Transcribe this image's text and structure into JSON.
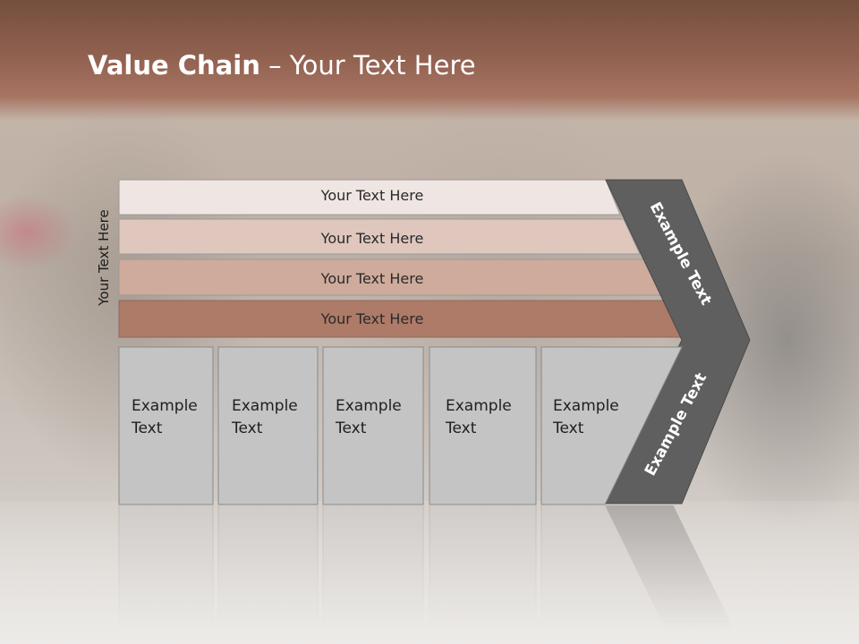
{
  "slide": {
    "title_bold": "Value Chain",
    "title_rest": " – Your Text Here",
    "side_label": "Your Text Here"
  },
  "bars": [
    {
      "label": "Your Text Here",
      "color": "#efe6e3"
    },
    {
      "label": "Your Text Here",
      "color": "#dfc7bd"
    },
    {
      "label": "Your Text Here",
      "color": "#cfab9c"
    },
    {
      "label": "Your Text Here",
      "color": "#ad7b67"
    }
  ],
  "boxes": [
    {
      "line1": "Example",
      "line2": "Text"
    },
    {
      "line1": "Example",
      "line2": "Text"
    },
    {
      "line1": "Example",
      "line2": "Text"
    },
    {
      "line1": "Example",
      "line2": "Text"
    },
    {
      "line1": "Example",
      "line2": "Text"
    }
  ],
  "chevron": {
    "top_label": "Example Text",
    "bottom_label": "Example Text",
    "color": "#5f5f5f"
  },
  "colors": {
    "box_fill": "#c4c4c4",
    "box_stroke": "#8a8a8a"
  }
}
